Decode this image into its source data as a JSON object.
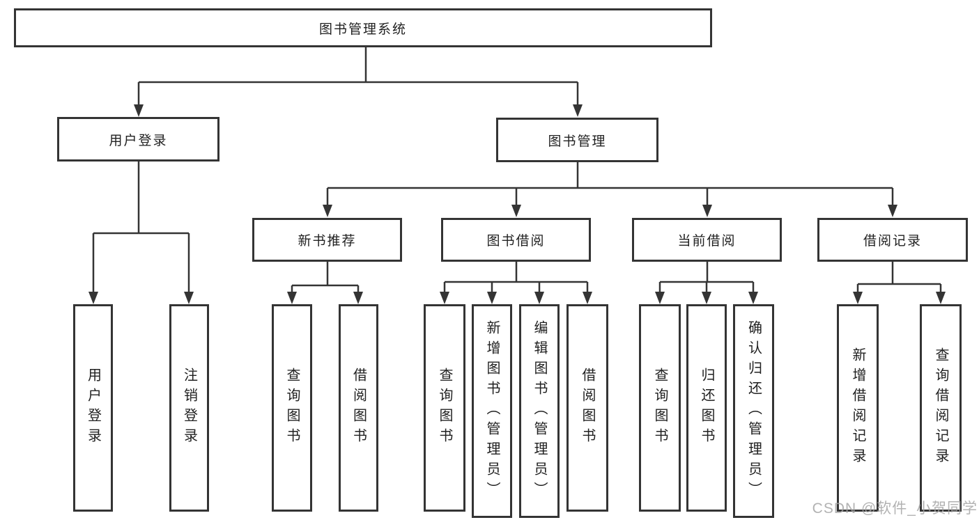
{
  "title": "图书管理系统",
  "watermark": "CSDN @软件_小贺同学",
  "colors": {
    "line": "#343434",
    "text": "#212121",
    "box_background": "#ffffff",
    "page_background": "#ffffff",
    "watermark": "#a4a4a4"
  },
  "nodes": {
    "root": {
      "label": "图书管理系统"
    },
    "user_login": {
      "label": "用户登录"
    },
    "book_mgmt": {
      "label": "图书管理"
    },
    "new_book_rec": {
      "label": "新书推荐"
    },
    "book_borrow": {
      "label": "图书借阅"
    },
    "current_borrow": {
      "label": "当前借阅"
    },
    "borrow_records": {
      "label": "借阅记录"
    },
    "user_login_leaf": {
      "label": "用户登录"
    },
    "logout_leaf": {
      "label": "注销登录"
    },
    "rec_query": {
      "label": "查询图书"
    },
    "rec_borrow": {
      "label": "借阅图书"
    },
    "bb_query": {
      "label": "查询图书"
    },
    "bb_add": {
      "label": "新增图书（管理员）"
    },
    "bb_edit": {
      "label": "编辑图书（管理员）"
    },
    "bb_borrow": {
      "label": "借阅图书"
    },
    "cb_query": {
      "label": "查询图书"
    },
    "cb_return": {
      "label": "归还图书"
    },
    "cb_confirm": {
      "label": "确认归还（管理员）"
    },
    "br_add": {
      "label": "新增借阅记录"
    },
    "br_query": {
      "label": "查询借阅记录"
    }
  },
  "hierarchy": [
    {
      "parent": "图书管理系统",
      "children": [
        "用户登录",
        "图书管理"
      ]
    },
    {
      "parent": "用户登录",
      "children": [
        "用户登录",
        "注销登录"
      ]
    },
    {
      "parent": "图书管理",
      "children": [
        "新书推荐",
        "图书借阅",
        "当前借阅",
        "借阅记录"
      ]
    },
    {
      "parent": "新书推荐",
      "children": [
        "查询图书",
        "借阅图书"
      ]
    },
    {
      "parent": "图书借阅",
      "children": [
        "查询图书",
        "新增图书（管理员）",
        "编辑图书（管理员）",
        "借阅图书"
      ]
    },
    {
      "parent": "当前借阅",
      "children": [
        "查询图书",
        "归还图书",
        "确认归还（管理员）"
      ]
    },
    {
      "parent": "借阅记录",
      "children": [
        "新增借阅记录",
        "查询借阅记录"
      ]
    }
  ]
}
